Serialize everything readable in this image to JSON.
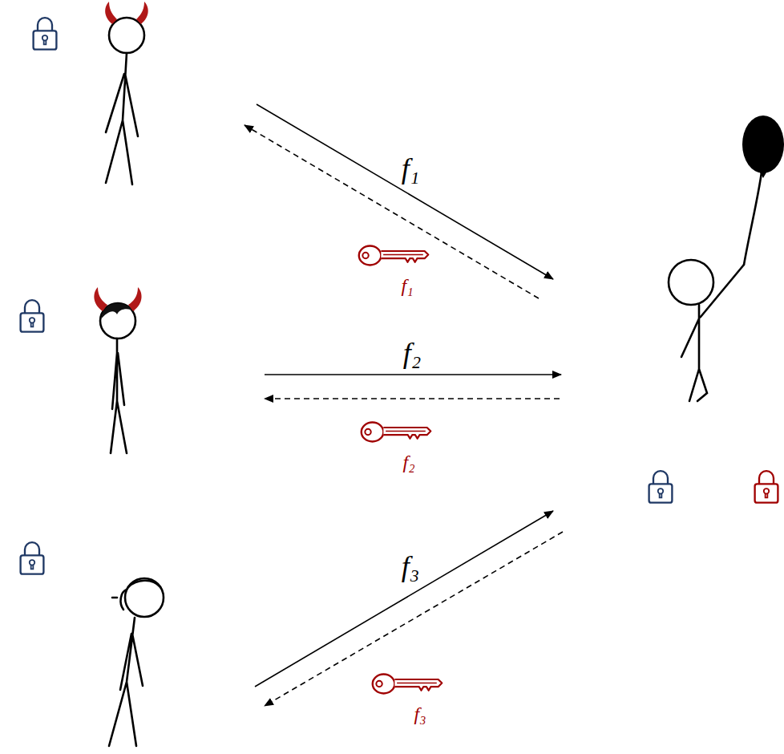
{
  "diagram": {
    "labels": [
      "f₁",
      "f₁",
      "f₂",
      "f₂",
      "f₃",
      "f₃"
    ]
  }
}
